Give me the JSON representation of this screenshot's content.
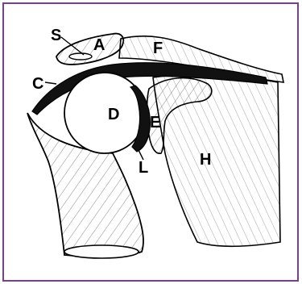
{
  "diagram": {
    "labels": {
      "S": "S",
      "A": "A",
      "F": "F",
      "C": "C",
      "D": "D",
      "E": "E",
      "L": "L",
      "H": "H"
    },
    "colors": {
      "frame": "#7b3f8e",
      "ink": "#000000"
    }
  }
}
